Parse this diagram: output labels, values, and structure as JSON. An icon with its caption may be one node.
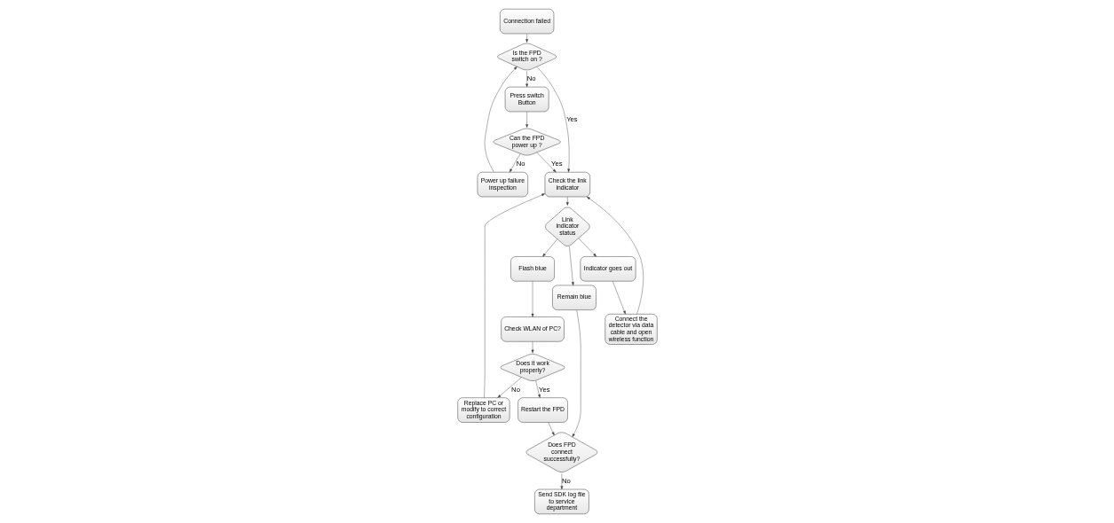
{
  "diagram": {
    "nodes": [
      {
        "text": [
          "Connection failed"
        ]
      },
      {
        "text": [
          "Is the FPD switch on ?"
        ]
      },
      {
        "text": [
          "Press switch Button"
        ]
      },
      {
        "text": [
          "Can the FPD power up ?"
        ]
      },
      {
        "text": [
          "Power up failure inspection"
        ]
      },
      {
        "text": [
          "Replace PC or modify to correct configuration"
        ]
      },
      {
        "text": [
          "Check the link indicator"
        ]
      },
      {
        "text": [
          "Link indicator status"
        ]
      },
      {
        "text": [
          "Indicator goes out"
        ]
      },
      {
        "text": [
          "Connect the detector via data cable and open wireless function"
        ]
      },
      {
        "text": [
          "Flash blue"
        ]
      },
      {
        "text": [
          "Check WLAN of PC?"
        ]
      },
      {
        "text": [
          "Does it work properly?"
        ]
      },
      {
        "text": [
          "Restart the FPD"
        ]
      },
      {
        "text": [
          "Remain blue"
        ]
      },
      {
        "text": [
          "Does FPD connect successfully?"
        ]
      },
      {
        "text": [
          "Send SDK log file to service department"
        ]
      }
    ],
    "edges": [
      {
        "from": 0,
        "to": 1,
        "arrow": "to"
      },
      {
        "from": 1,
        "to": 6,
        "arrow": "to",
        "label": "Yes"
      },
      {
        "from": 1,
        "to": 2,
        "arrow": "to",
        "label": "No"
      },
      {
        "from": 2,
        "to": 3,
        "arrow": "to"
      },
      {
        "from": 3,
        "to": 4,
        "arrow": "to",
        "label": "No"
      },
      {
        "from": 3,
        "to": 6,
        "arrow": "to",
        "label": "Yes"
      },
      {
        "from": 4,
        "to": 1,
        "arrow": "to"
      },
      {
        "from": 5,
        "to": 6,
        "arrow": "to"
      },
      {
        "from": 6,
        "to": 7,
        "arrow": "to"
      },
      {
        "from": 7,
        "to": 10,
        "arrow": "to"
      },
      {
        "from": 7,
        "to": 14,
        "arrow": "to"
      },
      {
        "from": 7,
        "to": 8,
        "arrow": "to"
      },
      {
        "from": 8,
        "to": 9,
        "arrow": "to"
      },
      {
        "from": 9,
        "to": 6,
        "arrow": "to"
      },
      {
        "from": 10,
        "to": 11,
        "arrow": "to"
      },
      {
        "from": 11,
        "to": 12,
        "arrow": "to"
      },
      {
        "from": 12,
        "to": 5,
        "arrow": "to",
        "label": "No"
      },
      {
        "from": 12,
        "to": 13,
        "arrow": "to",
        "label": "Yes"
      },
      {
        "from": 13,
        "to": 15,
        "arrow": "to"
      },
      {
        "from": 14,
        "to": 15,
        "arrow": "to"
      },
      {
        "from": 15,
        "to": 16,
        "arrow": "to",
        "label": "No"
      }
    ]
  }
}
